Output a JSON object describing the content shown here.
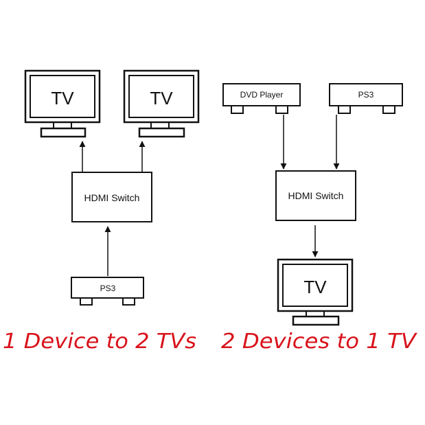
{
  "colors": {
    "ink": "#111111",
    "caption": "#d9121b",
    "background": "#ffffff"
  },
  "left_diagram": {
    "tv_1_label": "TV",
    "tv_2_label": "TV",
    "switch_label": "HDMI Switch",
    "source_label": "PS3",
    "caption": "1 Device to 2 TVs"
  },
  "right_diagram": {
    "source_1_label": "DVD Player",
    "source_2_label": "PS3",
    "switch_label": "HDMI Switch",
    "tv_label": "TV",
    "caption": "2 Devices to 1 TV"
  }
}
